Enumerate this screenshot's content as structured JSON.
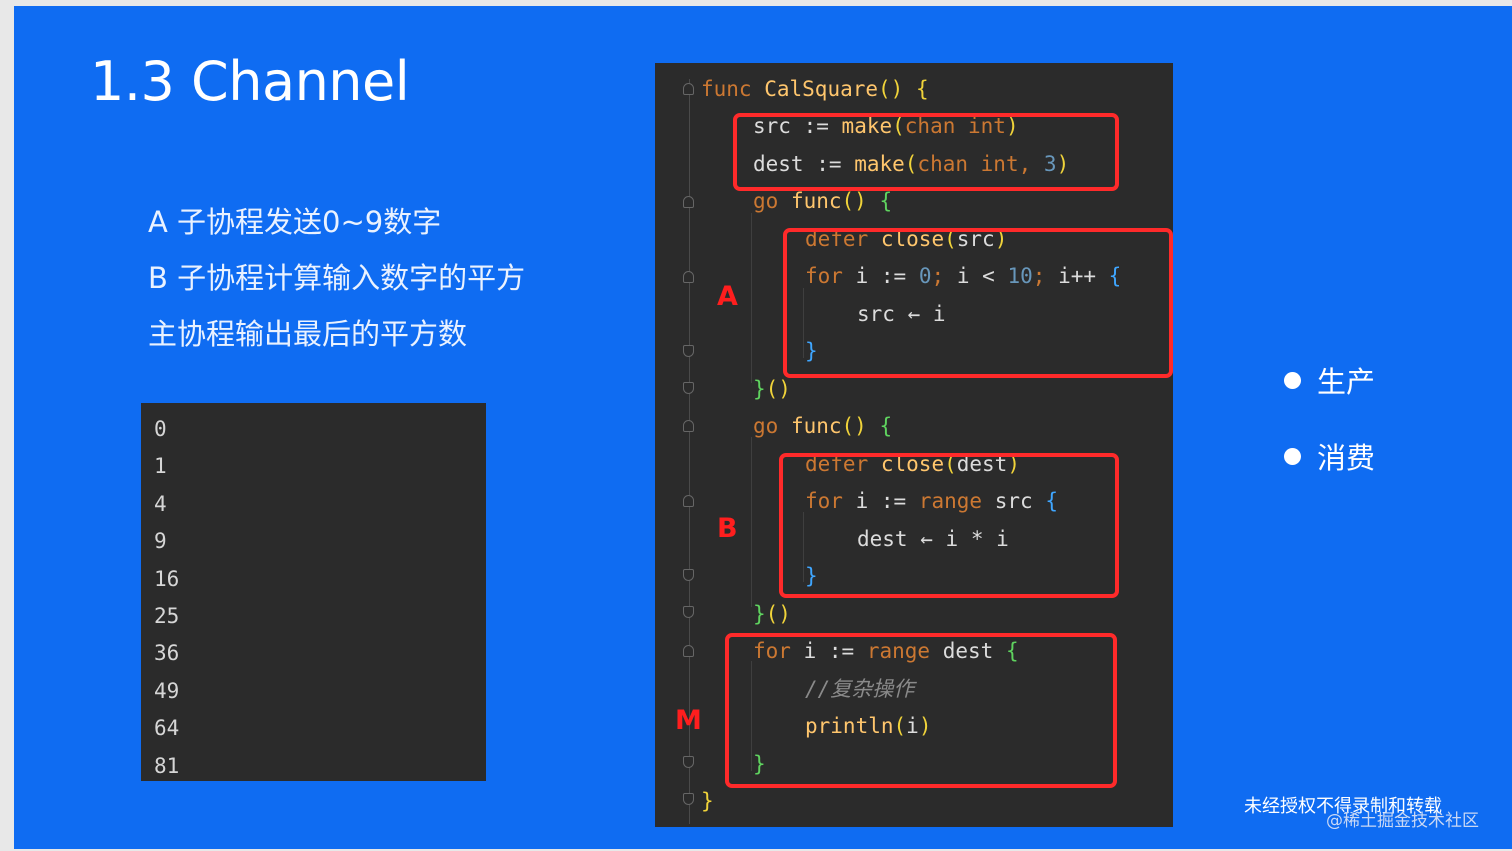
{
  "slide": {
    "title": "1.3 Channel",
    "description": [
      "A 子协程发送0~9数字",
      "B 子协程计算输入数字的平方",
      "主协程输出最后的平方数"
    ],
    "output_lines": [
      "0",
      "1",
      "4",
      "9",
      "16",
      "25",
      "36",
      "49",
      "64",
      "81"
    ],
    "labels": {
      "a": "A",
      "b": "B",
      "m": "M"
    },
    "bullets": [
      "生产",
      "消费"
    ],
    "footer": {
      "notice": "未经授权不得录制和转载",
      "watermark": "@稀土掘金技术社区"
    }
  },
  "code": {
    "tokens": {
      "func": "func",
      "name": "CalSquare",
      "paren_pair": "()",
      "brace_open": "{",
      "brace_close": "}",
      "src": "src",
      "dest": "dest",
      "decl": ":=",
      "make": "make",
      "lparen": "(",
      "rparen": ")",
      "chan": "chan",
      "int": "int",
      "comma": ",",
      "three": "3",
      "go": "go",
      "defer": "defer",
      "close": "close",
      "for": "for",
      "i": "i",
      "zero": "0",
      "semi": ";",
      "lt": "<",
      "ten": "10",
      "inc": "i++",
      "arrow": "←",
      "range": "range",
      "star": "*",
      "comment": "//复杂操作",
      "println": "println"
    }
  },
  "colors": {
    "accent": "#0f6cf2",
    "highlight": "#ff2a2a",
    "code_bg": "#2b2b2b"
  }
}
